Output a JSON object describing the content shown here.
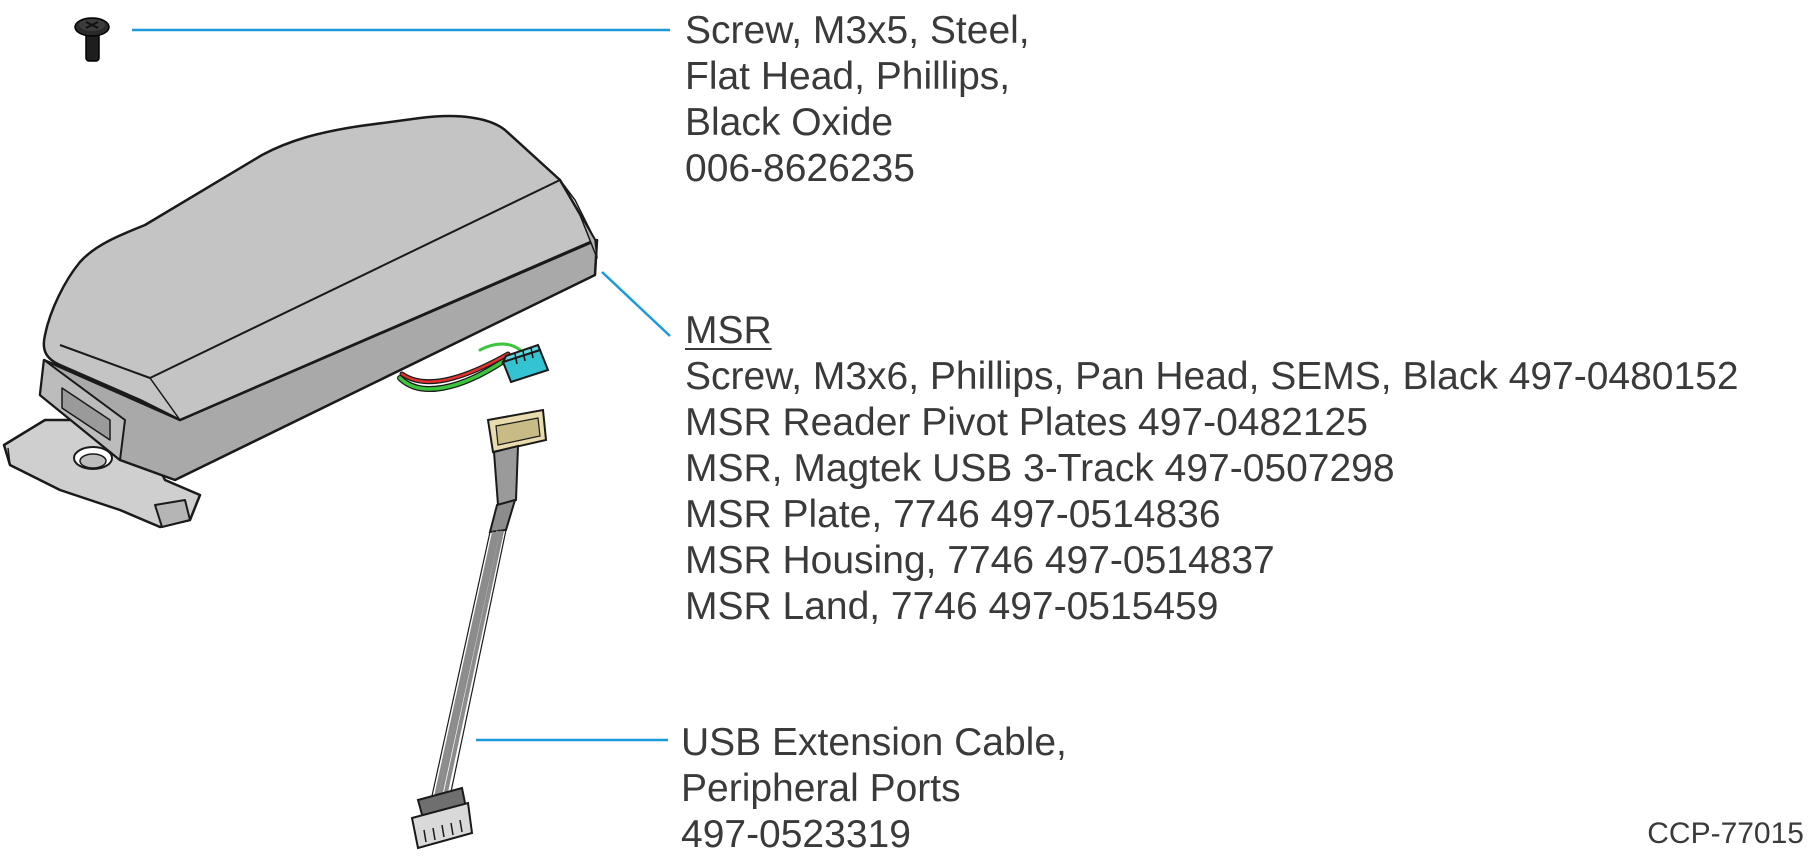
{
  "callouts": {
    "screw": {
      "line1": "Screw, M3x5, Steel,",
      "line2": "Flat Head, Phillips,",
      "line3": "Black Oxide",
      "part_number": "006-8626235"
    },
    "msr": {
      "heading": "MSR",
      "items": [
        "Screw, M3x6, Phillips, Pan Head, SEMS, Black 497-0480152",
        "MSR Reader Pivot Plates 497-0482125",
        "MSR, Magtek USB 3-Track 497-0507298",
        "MSR Plate, 7746 497-0514836",
        "MSR Housing, 7746 497-0514837",
        "MSR Land, 7746 497-0515459"
      ]
    },
    "usb_cable": {
      "line1": "USB Extension Cable,",
      "line2": "Peripheral Ports",
      "part_number": "497-0523319"
    }
  },
  "figure_id": "CCP-77015",
  "colors": {
    "leader_line": "#1a9ad9",
    "text": "#3a3a3a",
    "housing_fill": "#c4c4c4",
    "housing_side": "#a9a9a9",
    "outline": "#1a1a1a",
    "wire_green": "#3cc43c",
    "wire_red": "#e03030",
    "connector_teal": "#33c3d1",
    "connector_beige": "#e8dcae",
    "cable_gray": "#8c8c8c"
  }
}
